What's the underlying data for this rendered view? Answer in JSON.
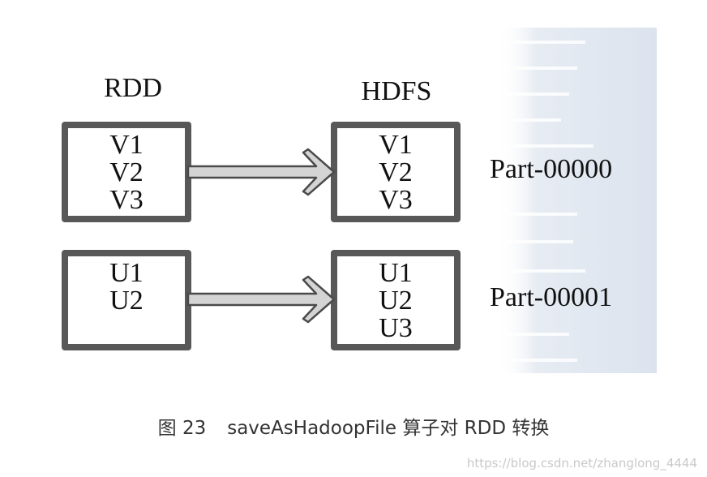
{
  "headings": {
    "left": "RDD",
    "right": "HDFS"
  },
  "rdd_partitions": [
    {
      "items": [
        "V1",
        "V2",
        "V3"
      ]
    },
    {
      "items": [
        "U1",
        "U2"
      ]
    }
  ],
  "hdfs_files": [
    {
      "items": [
        "V1",
        "V2",
        "V3"
      ],
      "file_name": "Part-00000"
    },
    {
      "items": [
        "U1",
        "U2",
        "U3"
      ],
      "file_name": "Part-00001"
    }
  ],
  "caption": {
    "figure_number": "图 23",
    "text": "saveAsHadoopFile 算子对 RDD 转换"
  },
  "watermark": "https://blog.csdn.net/zhanglong_4444",
  "colors": {
    "box_border": "#585858",
    "arrow_fill": "#d4d4d4",
    "arrow_stroke": "#4a4a4a",
    "hdfs_background": "#dde5ef"
  }
}
